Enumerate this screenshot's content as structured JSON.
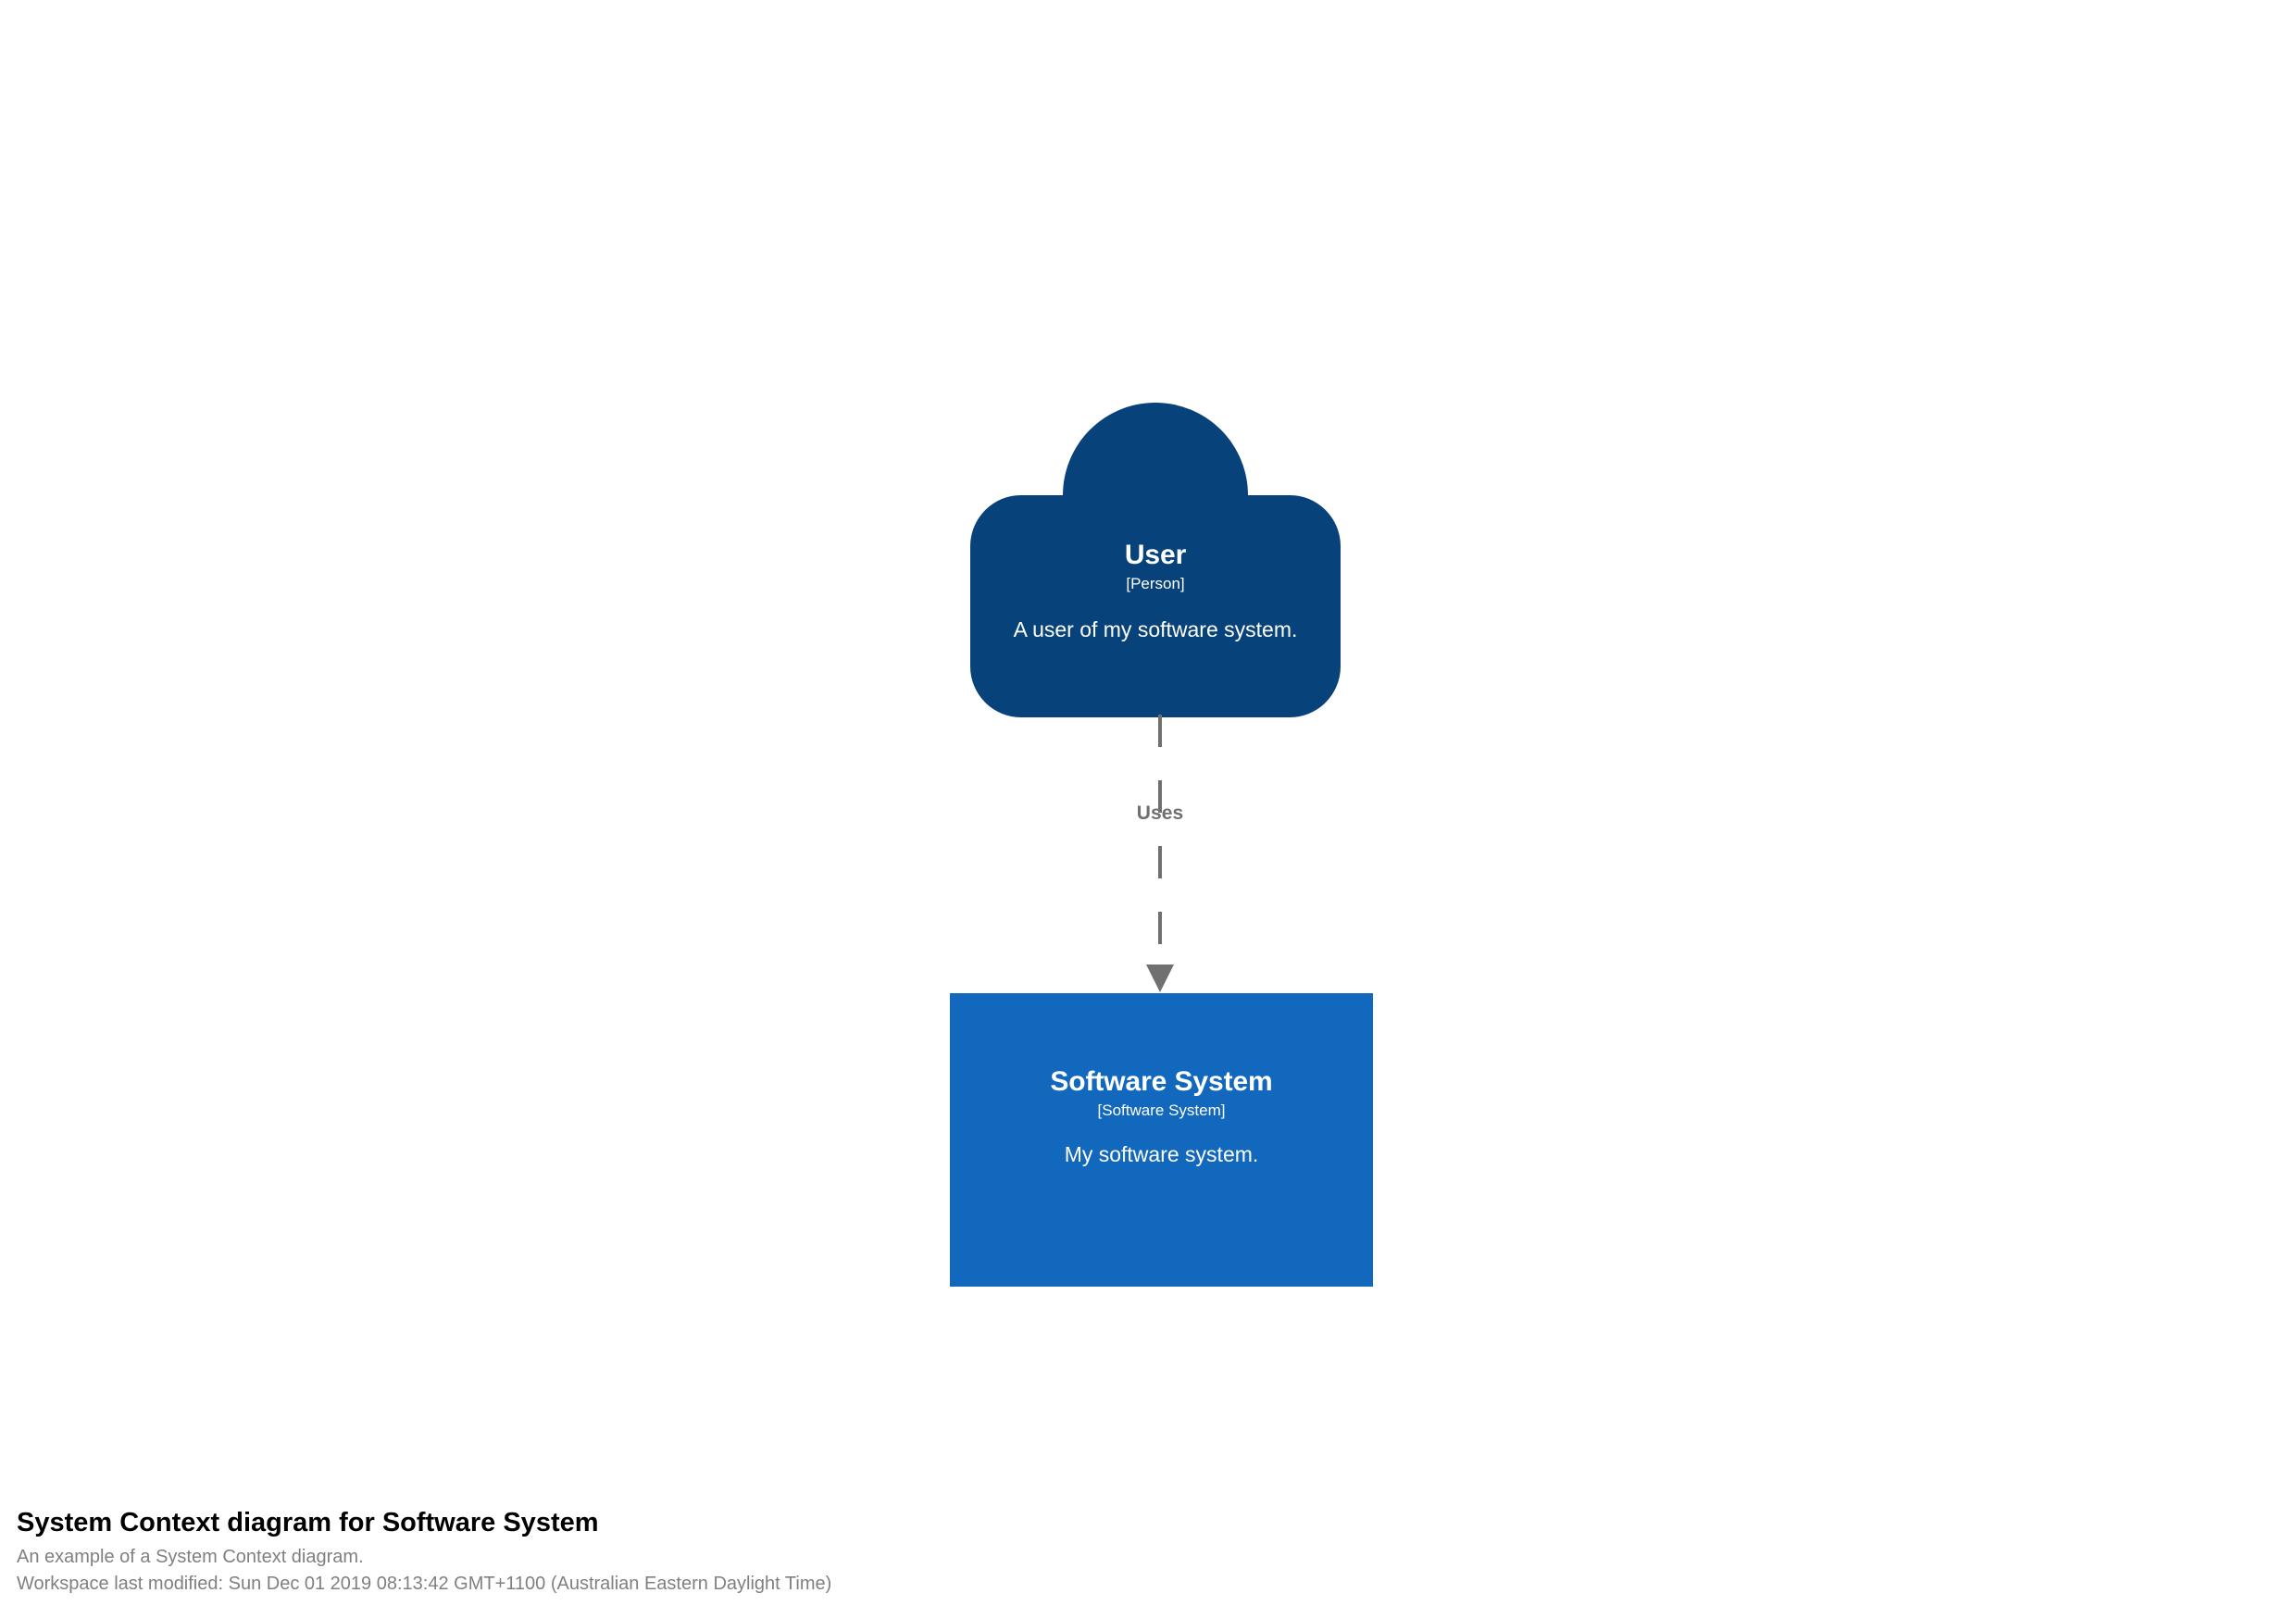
{
  "diagram": {
    "kind": "c4-system-context",
    "background_color": "#ffffff",
    "elements": [
      {
        "id": "user",
        "shape": "person",
        "name": "User",
        "type": "[Person]",
        "description": "A user of my software system.",
        "fill_color": "#08427b",
        "text_color": "#ffffff"
      },
      {
        "id": "software-system",
        "shape": "box",
        "name": "Software System",
        "type": "[Software System]",
        "description": "My software system.",
        "fill_color": "#1168bd",
        "text_color": "#ffffff"
      }
    ],
    "relationships": [
      {
        "id": "uses",
        "source": "user",
        "destination": "software-system",
        "label": "Uses",
        "line_style": "dashed",
        "arrow": "filled-triangle-down",
        "color": "#707070"
      }
    ]
  },
  "caption": {
    "title": "System Context diagram for Software System",
    "description": "An example of a System Context diagram.",
    "last_modified": "Workspace last modified: Sun Dec 01 2019 08:13:42 GMT+1100 (Australian Eastern Daylight Time)",
    "title_color": "#000000",
    "text_color": "#808080"
  }
}
